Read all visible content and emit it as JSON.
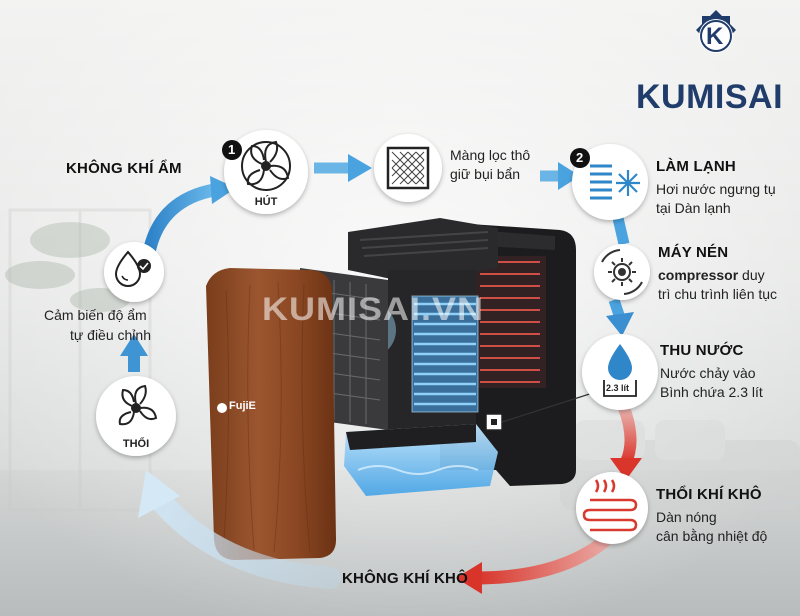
{
  "brand": {
    "logo_letter": "K",
    "name": "KUMISAI",
    "watermark": "KUMISAI.VN",
    "device_logo": "FujiE",
    "colors": {
      "navy": "#1f3c6b",
      "blue_arrow": "#3b8fd0",
      "red_arrow": "#e04a3f"
    }
  },
  "steps": {
    "intake": {
      "heading": "KHÔNG KHÍ ẨM",
      "node_label": "HÚT",
      "badge": "1",
      "icon": "fan-icon"
    },
    "filter": {
      "line1": "Màng lọc thô",
      "line2": "giữ bụi bẩn",
      "icon": "filter-mesh-icon"
    },
    "cooling": {
      "badge": "2",
      "heading": "LÀM LẠNH",
      "line1": "Hơi nước ngưng tụ",
      "line2": "tại Dàn lạnh",
      "icon": "cooling-coil-snowflake-icon"
    },
    "compressor": {
      "heading": "MÁY NÉN",
      "bold_word": "compressor",
      "line1_rest": " duy",
      "line2": "trì chu trình liên tục",
      "icon": "compressor-gear-icon"
    },
    "water": {
      "heading": "THU NƯỚC",
      "line1": "Nước chảy vào",
      "line2": "Bình chứa 2.3 lít",
      "tank_label": "2.3 lít",
      "icon": "water-drop-icon"
    },
    "dry_out": {
      "heading": "THỔI KHÍ KHÔ",
      "line1": "Dàn nóng",
      "line2": "cân bằng nhiệt độ",
      "icon": "heating-coil-icon"
    },
    "dry_air": {
      "heading": "KHÔNG KHÍ KHÔ"
    },
    "blow": {
      "node_label": "THỔI",
      "icon": "fan-icon"
    },
    "sensor": {
      "line1": "Cảm biến độ ẩm",
      "line2": "tự điều chỉnh",
      "icon": "humidity-sensor-icon"
    }
  }
}
